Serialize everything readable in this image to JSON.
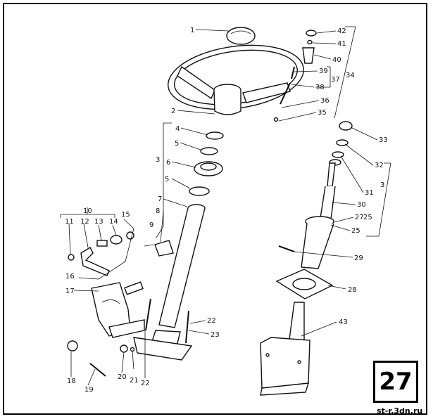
{
  "page_number": "27",
  "watermark": "st-r.3dn.ru",
  "callouts": [
    "1",
    "2",
    "3",
    "4",
    "5",
    "6",
    "5",
    "7",
    "8",
    "9",
    "10",
    "11",
    "12",
    "13",
    "14",
    "15",
    "16",
    "17",
    "18",
    "19",
    "20",
    "21",
    "22",
    "22",
    "23",
    "42",
    "41",
    "40",
    "39",
    "37",
    "34",
    "38",
    "36",
    "35",
    "33",
    "32",
    "31",
    "3",
    "30",
    "27",
    "25",
    "25",
    "29",
    "28",
    "43"
  ]
}
